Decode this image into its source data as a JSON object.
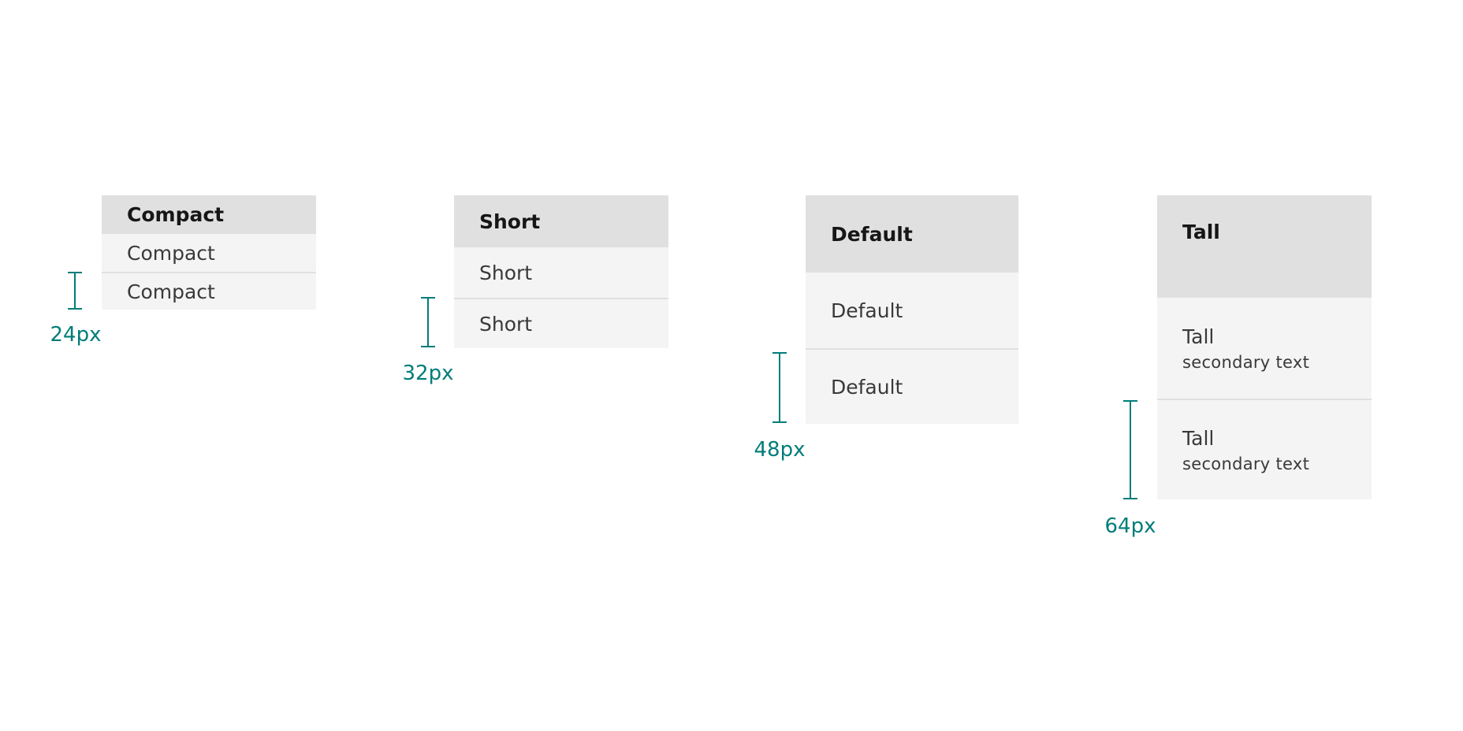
{
  "tables": [
    {
      "id": "compact",
      "header": "Compact",
      "rows": [
        {
          "primary": "Compact"
        },
        {
          "primary": "Compact"
        }
      ],
      "measure_label": "24px"
    },
    {
      "id": "short",
      "header": "Short",
      "rows": [
        {
          "primary": "Short"
        },
        {
          "primary": "Short"
        }
      ],
      "measure_label": "32px"
    },
    {
      "id": "default",
      "header": "Default",
      "rows": [
        {
          "primary": "Default"
        },
        {
          "primary": "Default"
        }
      ],
      "measure_label": "48px"
    },
    {
      "id": "tall",
      "header": "Tall",
      "rows": [
        {
          "primary": "Tall",
          "secondary": "secondary text"
        },
        {
          "primary": "Tall",
          "secondary": "secondary text"
        }
      ],
      "measure_label": "64px"
    }
  ],
  "colors": {
    "header_bg": "#e0e0e0",
    "row_bg": "#f4f4f4",
    "divider": "#e0e0e0",
    "accent_teal": "#007d79",
    "header_text": "#161616",
    "row_text": "#393939"
  }
}
